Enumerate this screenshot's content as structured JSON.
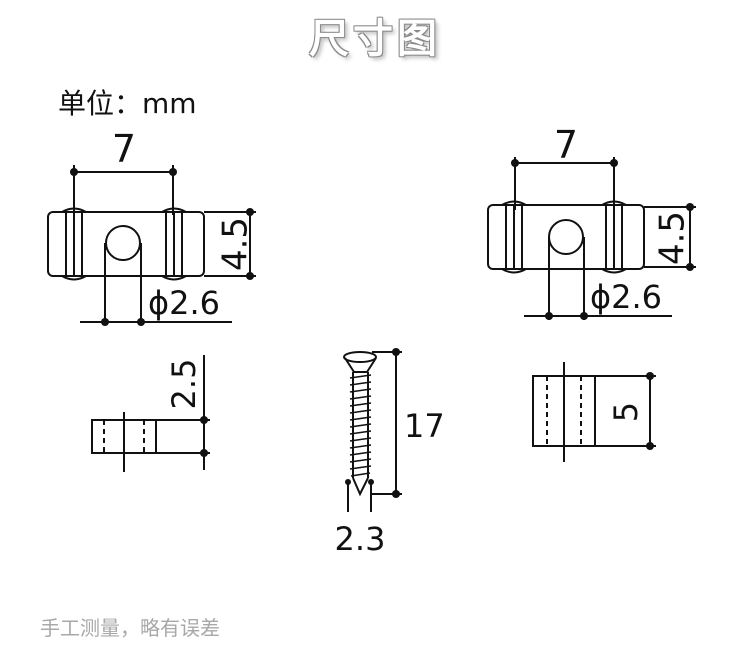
{
  "title": "尺寸图",
  "unit_label": "单位：mm",
  "footnote": "手工测量，略有误差",
  "left_part": {
    "width": "7",
    "height": "4.5",
    "hole": "ϕ2.6",
    "side_height": "2.5"
  },
  "right_part": {
    "width": "7",
    "height": "4.5",
    "hole": "ϕ2.6",
    "side_height": "5"
  },
  "screw": {
    "length": "17",
    "diameter": "2.3"
  }
}
